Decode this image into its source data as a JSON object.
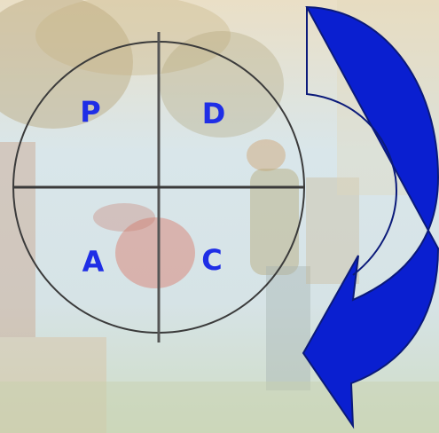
{
  "colors": {
    "letters": "#1f2ee6",
    "arrow_fill": "#0a1fd0",
    "arrow_stroke": "#0b1a7a",
    "circle_stroke": "#3b3b3b",
    "divider_stroke": "#555555",
    "background_sky": "#d6e6ee",
    "background_warm": "#e9dcc0"
  },
  "icons": {
    "cycle_arrow": "curved-arrow-clockwise-icon",
    "background": "faded-photo-background"
  },
  "quadrants": {
    "top_left": "P",
    "top_right": "D",
    "bottom_left": "A",
    "bottom_right": "C"
  }
}
